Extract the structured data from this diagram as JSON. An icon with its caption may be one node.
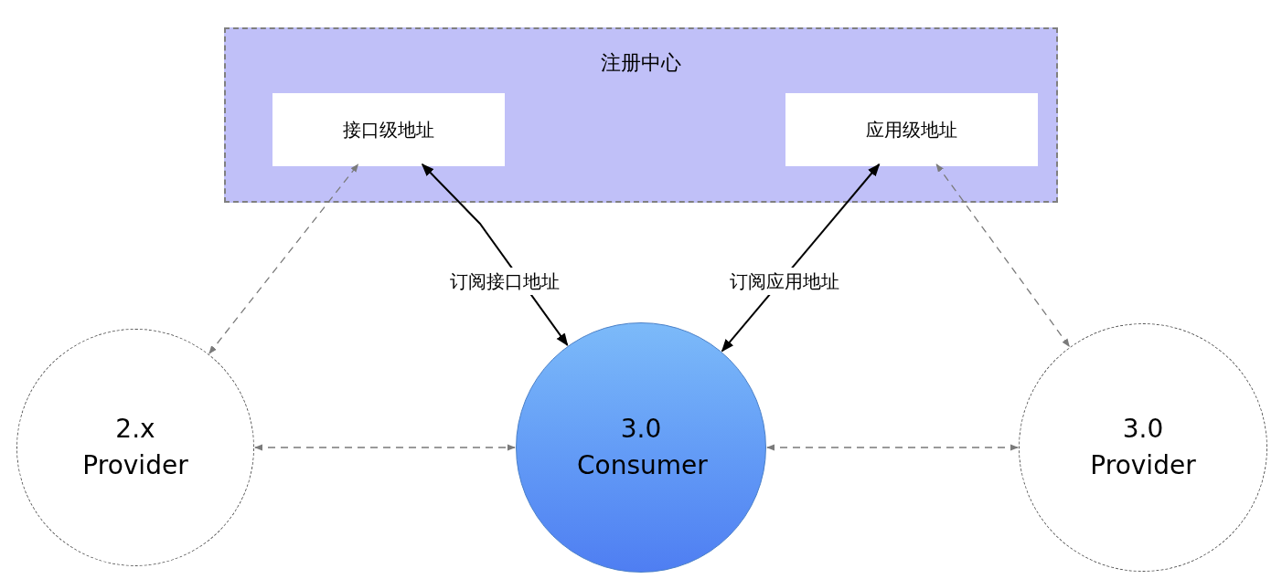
{
  "diagram": {
    "nodes": [
      {
        "text": [
          "注册中心"
        ]
      },
      {
        "text": [
          "接口级地址"
        ],
        "in": 0
      },
      {
        "text": [
          "应用级地址"
        ],
        "in": 0
      },
      {
        "text": [
          "2.x Provider"
        ]
      },
      {
        "text": [
          "3.0 Consumer"
        ]
      },
      {
        "text": [
          "3.0 Provider"
        ]
      }
    ],
    "edges": [
      {
        "from": 3,
        "to": 1,
        "arrow": "both",
        "style": "dashed"
      },
      {
        "from": 1,
        "to": 4,
        "arrow": "both",
        "label": "订阅接口地址",
        "color": "#000000"
      },
      {
        "from": 2,
        "to": 4,
        "arrow": "both",
        "label": "订阅应用地址",
        "color": "#000000"
      },
      {
        "from": 2,
        "to": 5,
        "arrow": "both",
        "style": "dashed"
      },
      {
        "from": 3,
        "to": 4,
        "arrow": "both",
        "style": "dashed"
      },
      {
        "from": 4,
        "to": 5,
        "arrow": "both",
        "style": "dashed"
      }
    ]
  }
}
